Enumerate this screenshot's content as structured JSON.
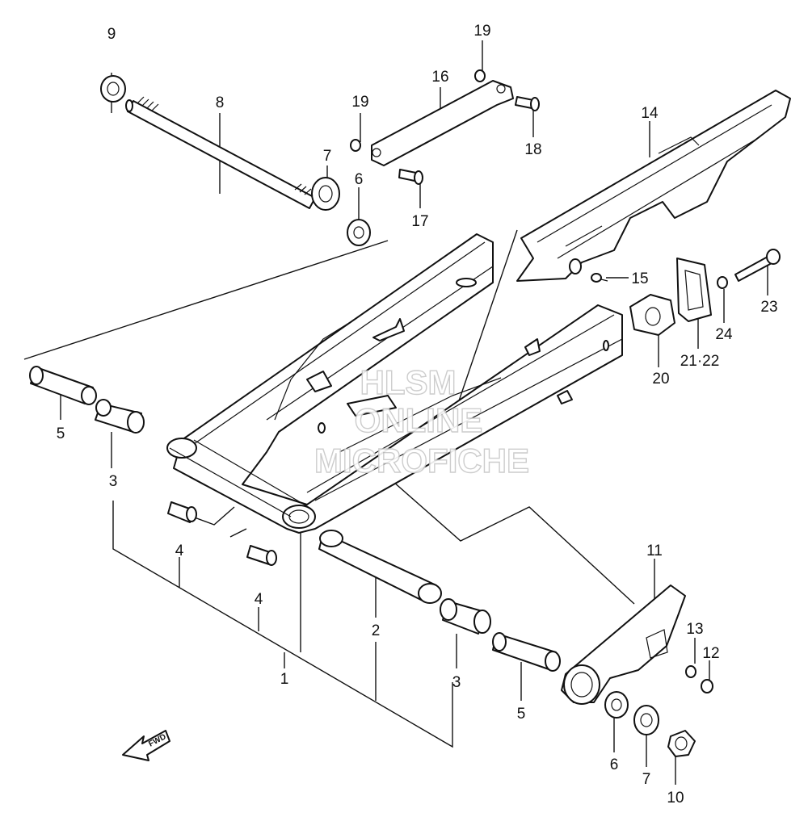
{
  "diagram": {
    "callouts": {
      "c1": "1",
      "c2": "2",
      "c3a": "3",
      "c3b": "3",
      "c4a": "4",
      "c4b": "4",
      "c5a": "5",
      "c5b": "5",
      "c6a": "6",
      "c6b": "6",
      "c7a": "7",
      "c7b": "7",
      "c8": "8",
      "c9": "9",
      "c10": "10",
      "c11": "11",
      "c12": "12",
      "c13": "13",
      "c14": "14",
      "c15": "15",
      "c16": "16",
      "c17": "17",
      "c18": "18",
      "c19a": "19",
      "c19b": "19",
      "c20": "20",
      "c21": "21·22",
      "c23": "23",
      "c24": "24"
    },
    "direction_label": "FWD",
    "watermark": {
      "line1": "HLSM",
      "line2": "ONLINE",
      "line3": "MICROFICHE"
    }
  }
}
